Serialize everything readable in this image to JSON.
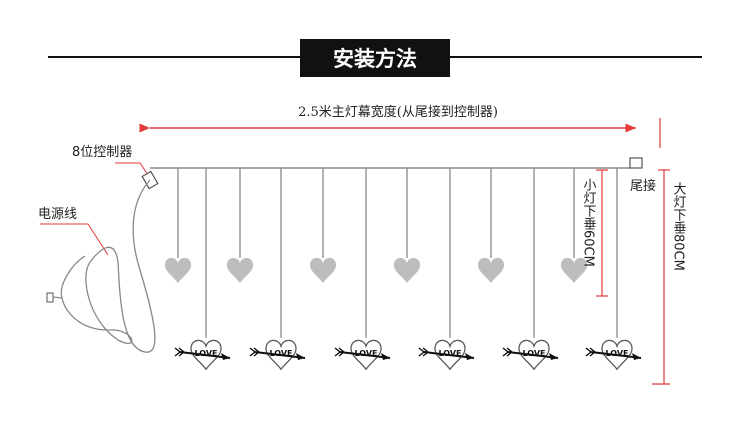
{
  "header": {
    "title": "安装方法"
  },
  "labels": {
    "width_label": "2.5米主灯幕宽度(从尾接到控制器)",
    "controller": "8位控制器",
    "power_cord": "电源线",
    "tail_connector": "尾接",
    "small_drop": "小灯下垂60CM",
    "large_drop": "大灯下垂80CM",
    "love_text": "LOVE"
  },
  "colors": {
    "dimension_line": "#e23a3a",
    "wire": "#888888",
    "heart_fill": "#bdbdbd",
    "title_bg": "#111111"
  },
  "counts": {
    "short_strands": 6,
    "long_strands": 6
  }
}
